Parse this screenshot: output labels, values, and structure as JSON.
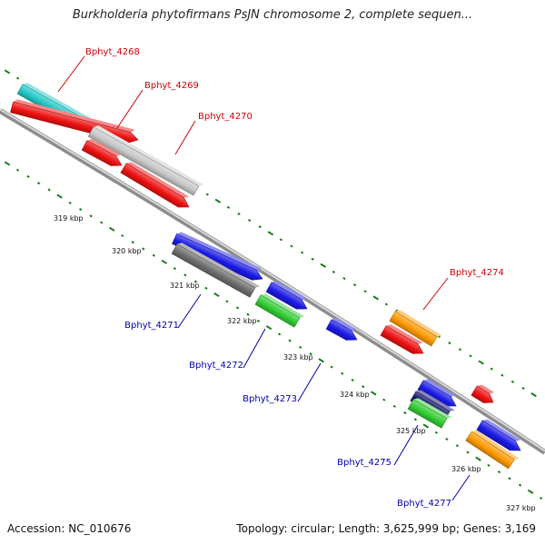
{
  "title": "Burkholderia phytofirmans PsJN chromosome 2, complete sequen...",
  "accession": "Accession: NC_010676",
  "summary": "Topology: circular; Length: 3,625,999 bp; Genes: 3,169",
  "colors": {
    "forward_label": "#cc0000",
    "reverse_label": "#0000aa",
    "tick_mark": "#1a7a1a",
    "backbone": "#8c8c8c"
  },
  "scale_ticks": [
    "319 kbp",
    "320 kbp",
    "321 kbp",
    "322 kbp",
    "323 kbp",
    "324 kbp",
    "325 kbp",
    "326 kbp",
    "327 kbp"
  ],
  "genes": [
    {
      "color": "#22c7c7"
    },
    {
      "color": "#ee1111"
    },
    {
      "color": "#c8c8c8"
    },
    {
      "color": "#ee1111"
    },
    {
      "color": "#ee1111"
    },
    {
      "color": "#1a1ae6"
    },
    {
      "color": "#6e6e6e"
    },
    {
      "color": "#1a1ae6"
    },
    {
      "color": "#33cc33"
    },
    {
      "color": "#1a1ae6"
    },
    {
      "color": "#ff9900"
    },
    {
      "color": "#ee1111"
    },
    {
      "color": "#1a1ae6"
    },
    {
      "color": "#11116a"
    },
    {
      "color": "#33cc33"
    },
    {
      "color": "#ee1111"
    },
    {
      "color": "#1a1ae6"
    },
    {
      "color": "#ff9900"
    }
  ],
  "labels": [
    {
      "text": "Bphyt_4268",
      "strand": "forward"
    },
    {
      "text": "Bphyt_4269",
      "strand": "forward"
    },
    {
      "text": "Bphyt_4270",
      "strand": "forward"
    },
    {
      "text": "Bphyt_4274",
      "strand": "forward"
    },
    {
      "text": "Bphyt_4271",
      "strand": "reverse"
    },
    {
      "text": "Bphyt_4272",
      "strand": "reverse"
    },
    {
      "text": "Bphyt_4273",
      "strand": "reverse"
    },
    {
      "text": "Bphyt_4275",
      "strand": "reverse"
    },
    {
      "text": "Bphyt_4277",
      "strand": "reverse"
    }
  ]
}
